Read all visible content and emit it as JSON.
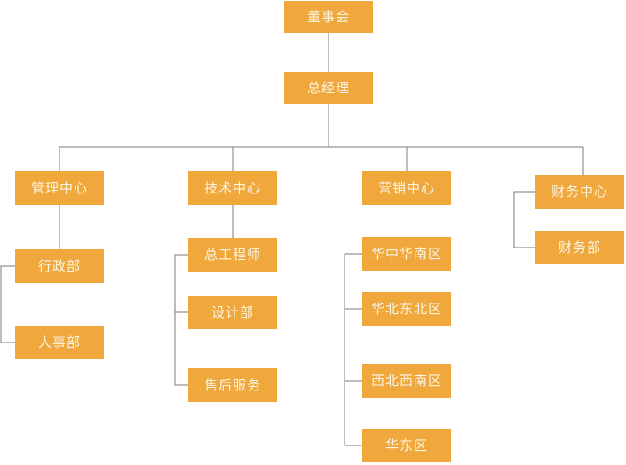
{
  "colors": {
    "node_fill": "#F0A83D",
    "node_text": "#FBF4E2",
    "connector": "#7A7A7A",
    "background": "#FFFFFF"
  },
  "org": {
    "nodes": {
      "board": {
        "label": "董事会"
      },
      "general_manager": {
        "label": "总经理"
      },
      "management_center": {
        "label": "管理中心"
      },
      "administration_dept": {
        "label": "行政部"
      },
      "hr_dept": {
        "label": "人事部"
      },
      "technology_center": {
        "label": "技术中心"
      },
      "chief_engineer": {
        "label": "总工程师"
      },
      "design_dept": {
        "label": "设计部"
      },
      "after_sales": {
        "label": "售后服务"
      },
      "marketing_center": {
        "label": "营销中心"
      },
      "region_central_south": {
        "label": "华中华南区"
      },
      "region_north_northeast": {
        "label": "华北东北区"
      },
      "region_northwest_southwest": {
        "label": "西北西南区"
      },
      "region_east": {
        "label": "华东区"
      },
      "finance_center": {
        "label": "财务中心"
      },
      "finance_dept": {
        "label": "财务部"
      }
    },
    "top_chain": [
      "董事会",
      "总经理"
    ],
    "branches": [
      {
        "head": "管理中心",
        "members": [
          "行政部",
          "人事部"
        ]
      },
      {
        "head": "技术中心",
        "members": [
          "总工程师",
          "设计部",
          "售后服务"
        ]
      },
      {
        "head": "营销中心",
        "members": [
          "华中华南区",
          "华北东北区",
          "西北西南区",
          "华东区"
        ]
      },
      {
        "head": "财务中心",
        "members": [
          "财务部"
        ]
      }
    ]
  }
}
